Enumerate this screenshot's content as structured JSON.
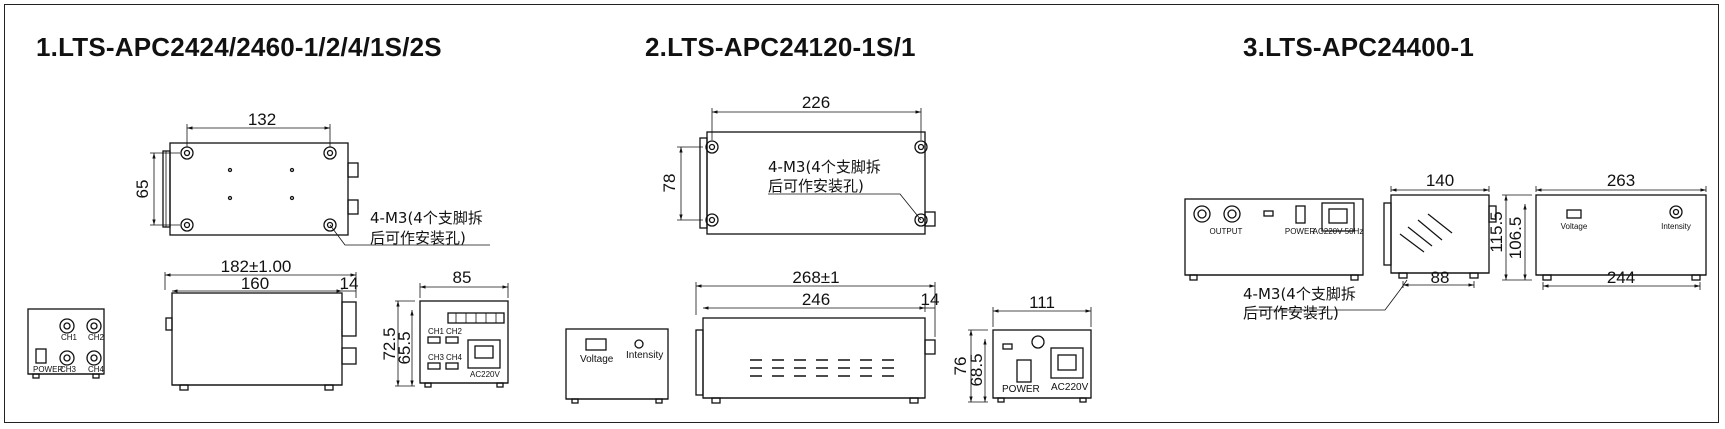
{
  "titles": {
    "t1": "1.LTS-APC2424/2460-1/2/4/1S/2S",
    "t2": "2.LTS-APC24120-1S/1",
    "t3": "3.LTS-APC24400-1"
  },
  "note": {
    "line1": "4-M3(4个支脚拆",
    "line2": "后可作安装孔)"
  },
  "model1": {
    "top_width": "132",
    "top_height": "65",
    "side_total": "182±1.00",
    "side_body": "160",
    "side_ext": "14",
    "rear_width": "85",
    "rear_h1": "72.5",
    "rear_h2": "65.5",
    "front_labels": [
      "POWER",
      "CH3",
      "CH4",
      "CH1",
      "CH2"
    ],
    "rear_labels": [
      "CH1",
      "CH2",
      "CH3",
      "CH4",
      "AC220V"
    ]
  },
  "model2": {
    "top_width": "226",
    "top_height": "78",
    "side_total": "268±1",
    "side_body": "246",
    "side_ext": "14",
    "rear_width": "111",
    "rear_h1": "76",
    "rear_h2": "68.5",
    "front_voltage": "Voltage",
    "front_intensity": "Intensity",
    "rear_power": "POWER",
    "rear_ac": "AC220V"
  },
  "model3": {
    "side_width": "140",
    "side_base": "88",
    "front_width": "263",
    "front_base": "244",
    "front_h1": "115.5",
    "front_h2": "106.5",
    "rear_labels": [
      "OUTPUT",
      "POWER",
      "AC220V 50Hz"
    ],
    "front_voltage": "Voltage",
    "front_intensity": "Intensity"
  }
}
